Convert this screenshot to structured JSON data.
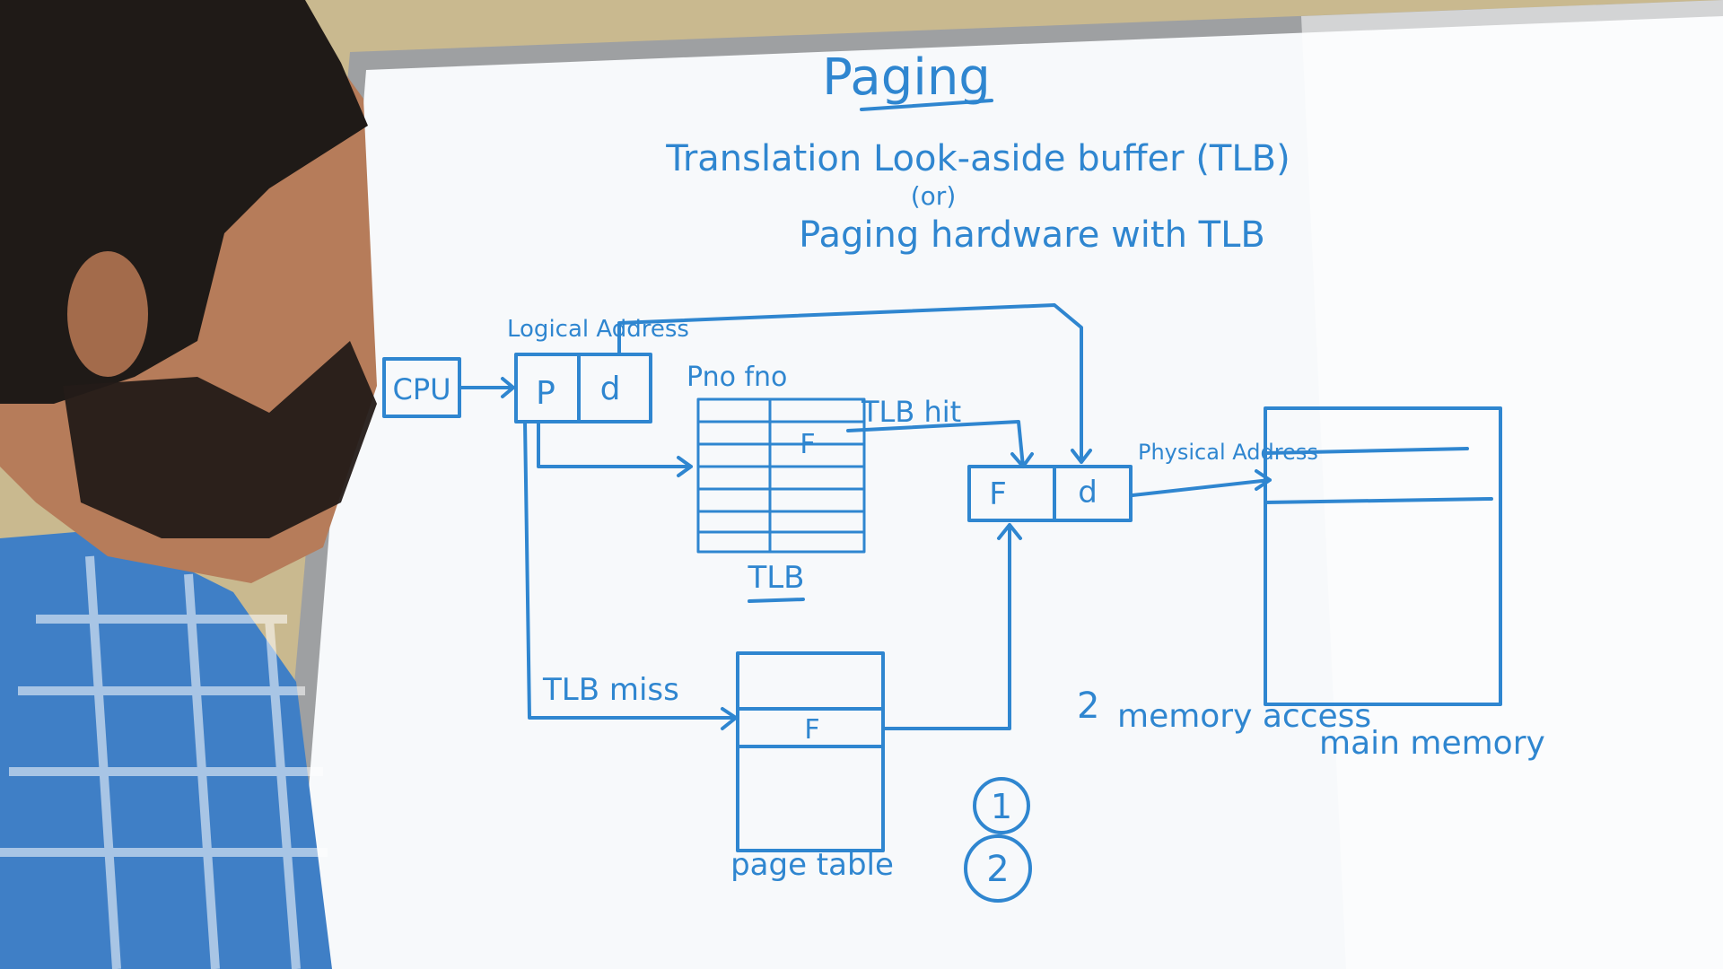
{
  "whiteboard": {
    "title": "Paging",
    "subtitle_line1": "Translation Look-aside buffer (TLB)",
    "subtitle_or": "(or)",
    "subtitle_line2": "Paging hardware with TLB"
  },
  "diagram": {
    "logical_address_label": "Logical Address",
    "cpu_label": "CPU",
    "page_cell": "P",
    "offset_cell": "d",
    "tlb_header": "Pno fno",
    "tlb_entry": "F",
    "tlb_label": "TLB",
    "tlb_hit_label": "TLB hit",
    "tlb_miss_label": "TLB miss",
    "physical_frame_cell": "F",
    "physical_offset_cell": "d",
    "physical_address_label": "Physical Address",
    "page_table_entry": "F",
    "page_table_label": "page table",
    "main_memory_label": "main memory",
    "memory_access_count": "2",
    "memory_access_label": "memory access",
    "step_one": "1",
    "step_two": "2"
  },
  "colors": {
    "marker_ink": "#2f86d0",
    "board": "#fbfcfe",
    "wall": "#c9b98f",
    "shirt_blue": "#3f7fc6",
    "hair": "#1f1a17",
    "skin": "#b67c5a"
  }
}
